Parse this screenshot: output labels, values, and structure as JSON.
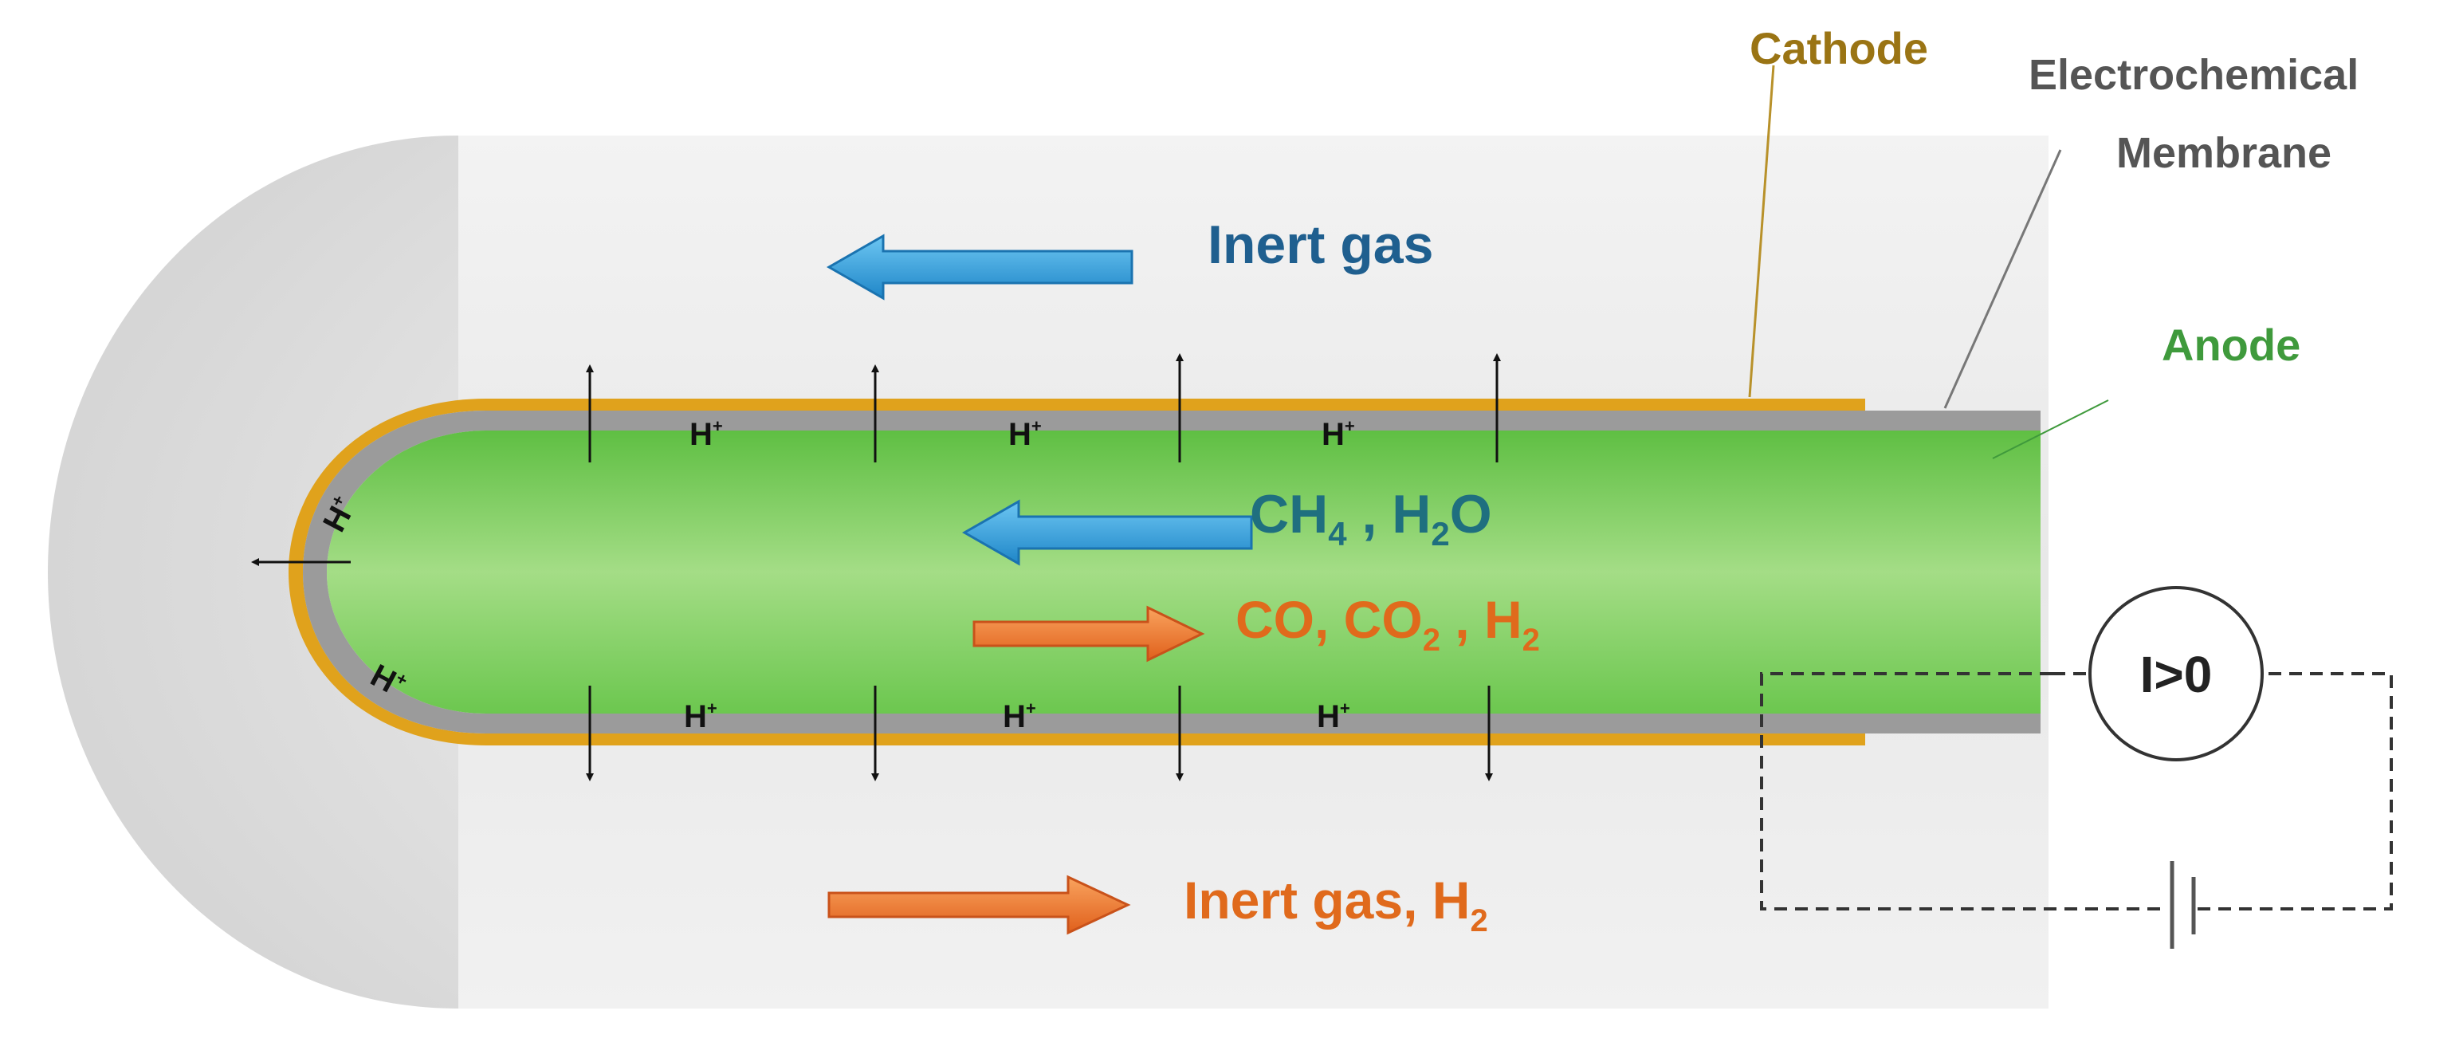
{
  "labels": {
    "cathode": "Cathode",
    "membrane_line1": "Electrochemical",
    "membrane_line2": "Membrane",
    "anode": "Anode",
    "inert_gas_top": "Inert gas",
    "inert_gas_bottom": "Inert gas, H",
    "inert_gas_bottom_sub": "2",
    "ch4": "CH",
    "ch4_sub": "4",
    "h2o_sep": " , H",
    "h2o_sub": "2",
    "h2o_tail": "O",
    "co_part1": "CO, CO",
    "co_sub1": "2",
    "co_part2": " , H",
    "co_sub2": "2",
    "proton": "H",
    "proton_sup": "+",
    "current": "I>0"
  },
  "colors": {
    "cathode_stroke": "#e0a21c",
    "cathode_text": "#9a7414",
    "membrane": "#9b9b9b",
    "membrane_text": "#555555",
    "anode_fill": "#7fcf5f",
    "anode_text": "#3f9a3c",
    "inert_blue_text": "#1f5f8f",
    "arrow_blue": "#2f9bd8",
    "arrow_orange": "#f07a2a",
    "orange_text": "#e06a1c",
    "teal_text": "#1f6f7f",
    "housing": "#e9e9e9"
  }
}
